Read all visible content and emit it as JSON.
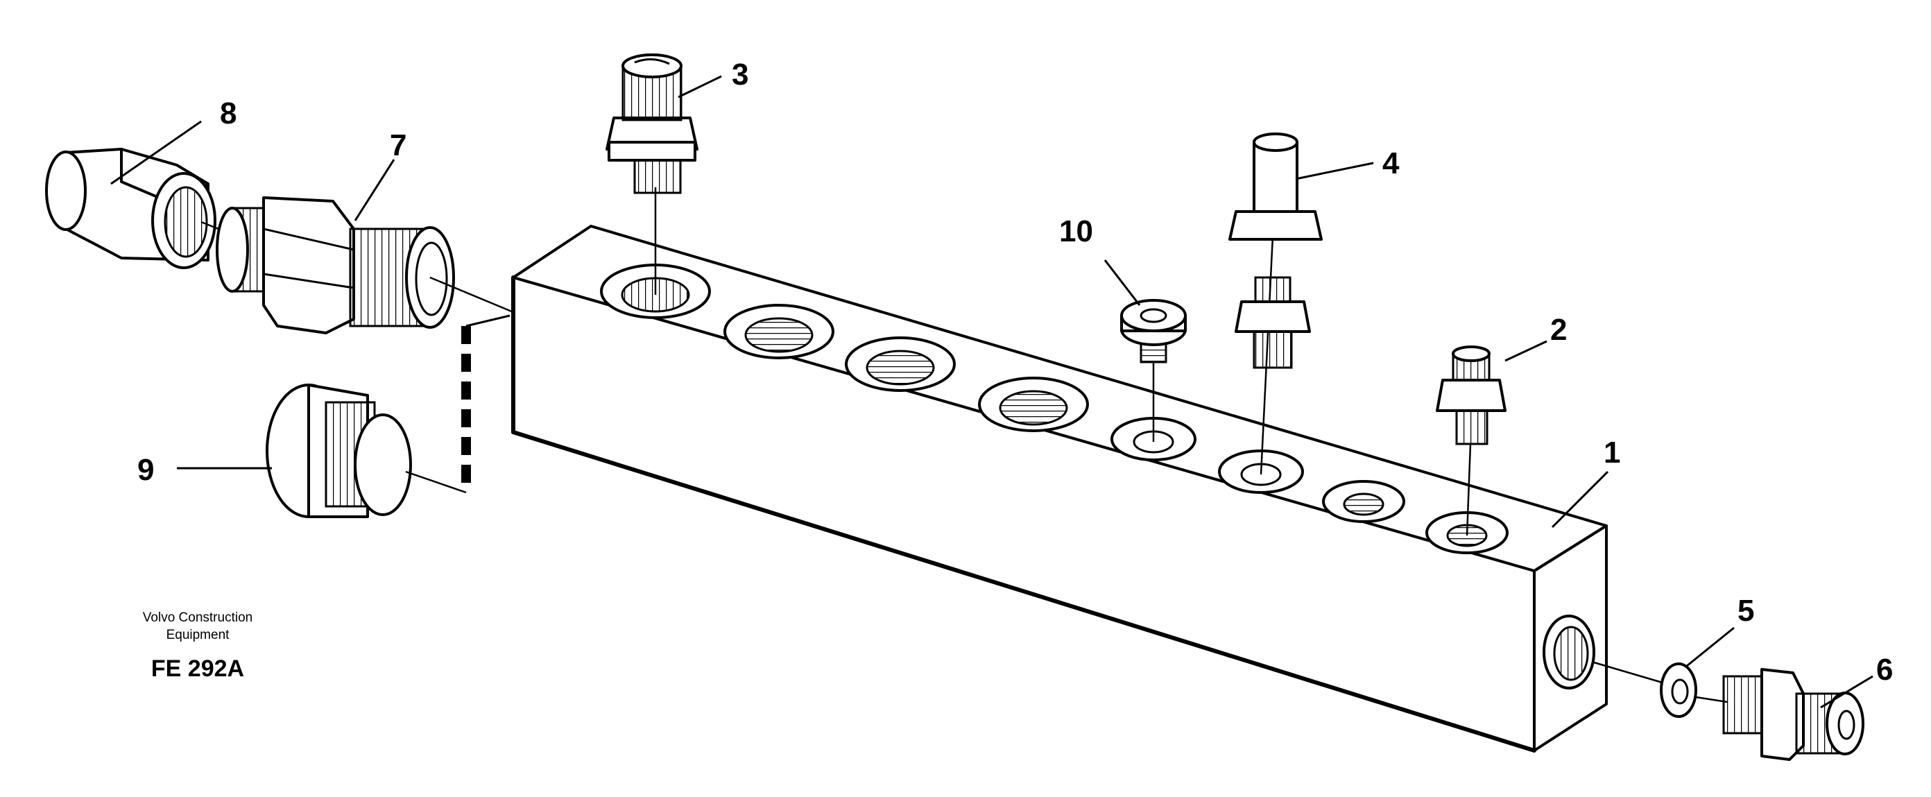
{
  "document": {
    "caption_line1": "Volvo Construction",
    "caption_line2": "Equipment",
    "figure_code": "FE 292A"
  },
  "callouts": [
    {
      "id": "1",
      "label": "1"
    },
    {
      "id": "2",
      "label": "2"
    },
    {
      "id": "3",
      "label": "3"
    },
    {
      "id": "4",
      "label": "4"
    },
    {
      "id": "5",
      "label": "5"
    },
    {
      "id": "6",
      "label": "6"
    },
    {
      "id": "7",
      "label": "7"
    },
    {
      "id": "8",
      "label": "8"
    },
    {
      "id": "9",
      "label": "9"
    },
    {
      "id": "10",
      "label": "10"
    }
  ]
}
